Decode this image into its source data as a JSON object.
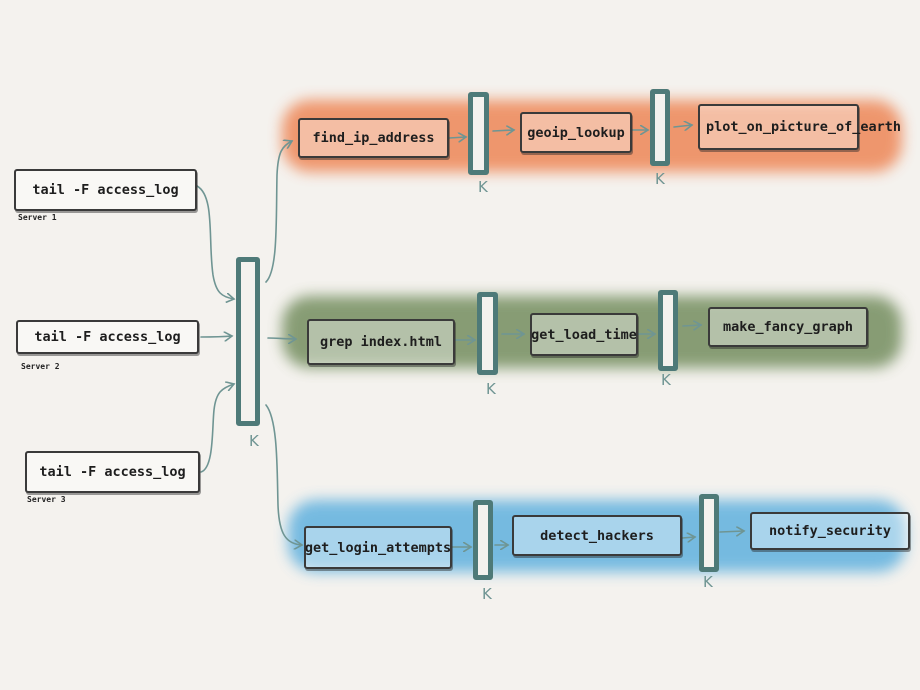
{
  "sources": [
    {
      "command": "tail -F access_log",
      "server": "Server 1"
    },
    {
      "command": "tail -F access_log",
      "server": "Server 2"
    },
    {
      "command": "tail -F access_log",
      "server": "Server 3"
    }
  ],
  "central_topic": {
    "label": "K"
  },
  "lanes": [
    {
      "color": "#ee8a5c",
      "stages": [
        "find_ip_address",
        "geoip_lookup",
        "plot_on_picture_of_earth"
      ],
      "topic_labels": [
        "K",
        "K"
      ]
    },
    {
      "color": "#6f8a5a",
      "stages": [
        "grep index.html",
        "get_load_time",
        "make_fancy_graph"
      ],
      "topic_labels": [
        "K",
        "K"
      ]
    },
    {
      "color": "#5aaede",
      "stages": [
        "get_login_attempts",
        "detect_hackers",
        "notify_security"
      ],
      "topic_labels": [
        "K",
        "K"
      ]
    }
  ],
  "connector_color": "#6f9593",
  "topic_color": "#4e7a78"
}
